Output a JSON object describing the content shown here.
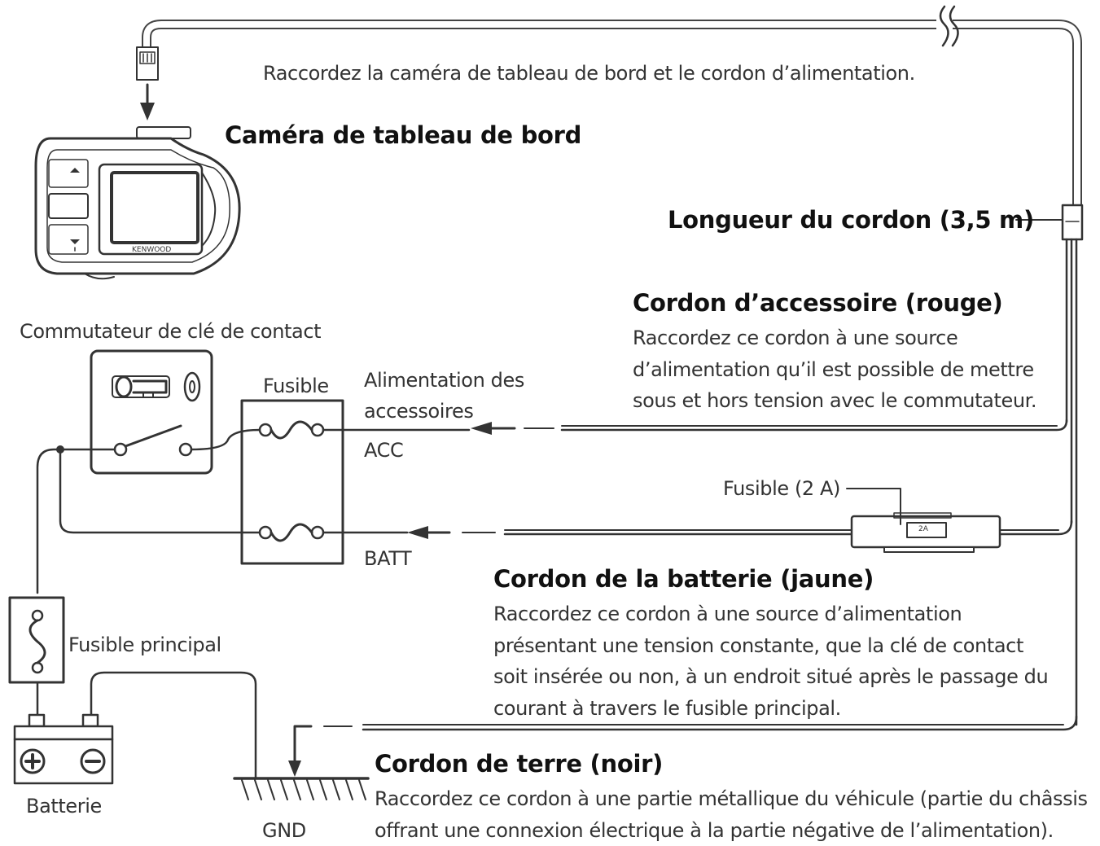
{
  "instruction": "Raccordez la caméra de tableau de bord et le cordon d’alimentation.",
  "camera": {
    "title": "Caméra de tableau de bord",
    "brand": "KENWOOD"
  },
  "cord_length": "Longueur du cordon (3,5 m)",
  "ignition": {
    "label": "Commutateur de clé de contact"
  },
  "fuse_block": {
    "label": "Fusible",
    "acc": "ACC",
    "batt": "BATT"
  },
  "acc_supply": {
    "line1": "Alimentation des",
    "line2": "accessoires"
  },
  "accessory_cord": {
    "title": "Cordon d’accessoire (rouge)",
    "lines": [
      "Raccordez ce cordon à une source",
      "d’alimentation qu’il est possible de mettre",
      "sous et hors tension avec le commutateur."
    ]
  },
  "inline_fuse": {
    "label": "Fusible (2 A)",
    "rating": "2A"
  },
  "battery_cord": {
    "title": "Cordon de la batterie (jaune)",
    "lines": [
      "Raccordez ce cordon à une source d’alimentation",
      "présentant une tension constante, que la clé de contact",
      "soit insérée ou non, à un endroit situé après le passage du",
      "courant à travers le fusible principal."
    ]
  },
  "main_fuse": {
    "label": "Fusible principal"
  },
  "battery": {
    "label": "Batterie"
  },
  "ground": {
    "label": "GND"
  },
  "ground_cord": {
    "title": "Cordon de terre (noir)",
    "lines": [
      "Raccordez ce cordon à une partie métallique du véhicule (partie du châssis",
      "offrant une connexion électrique à la partie négative de l’alimentation)."
    ]
  }
}
